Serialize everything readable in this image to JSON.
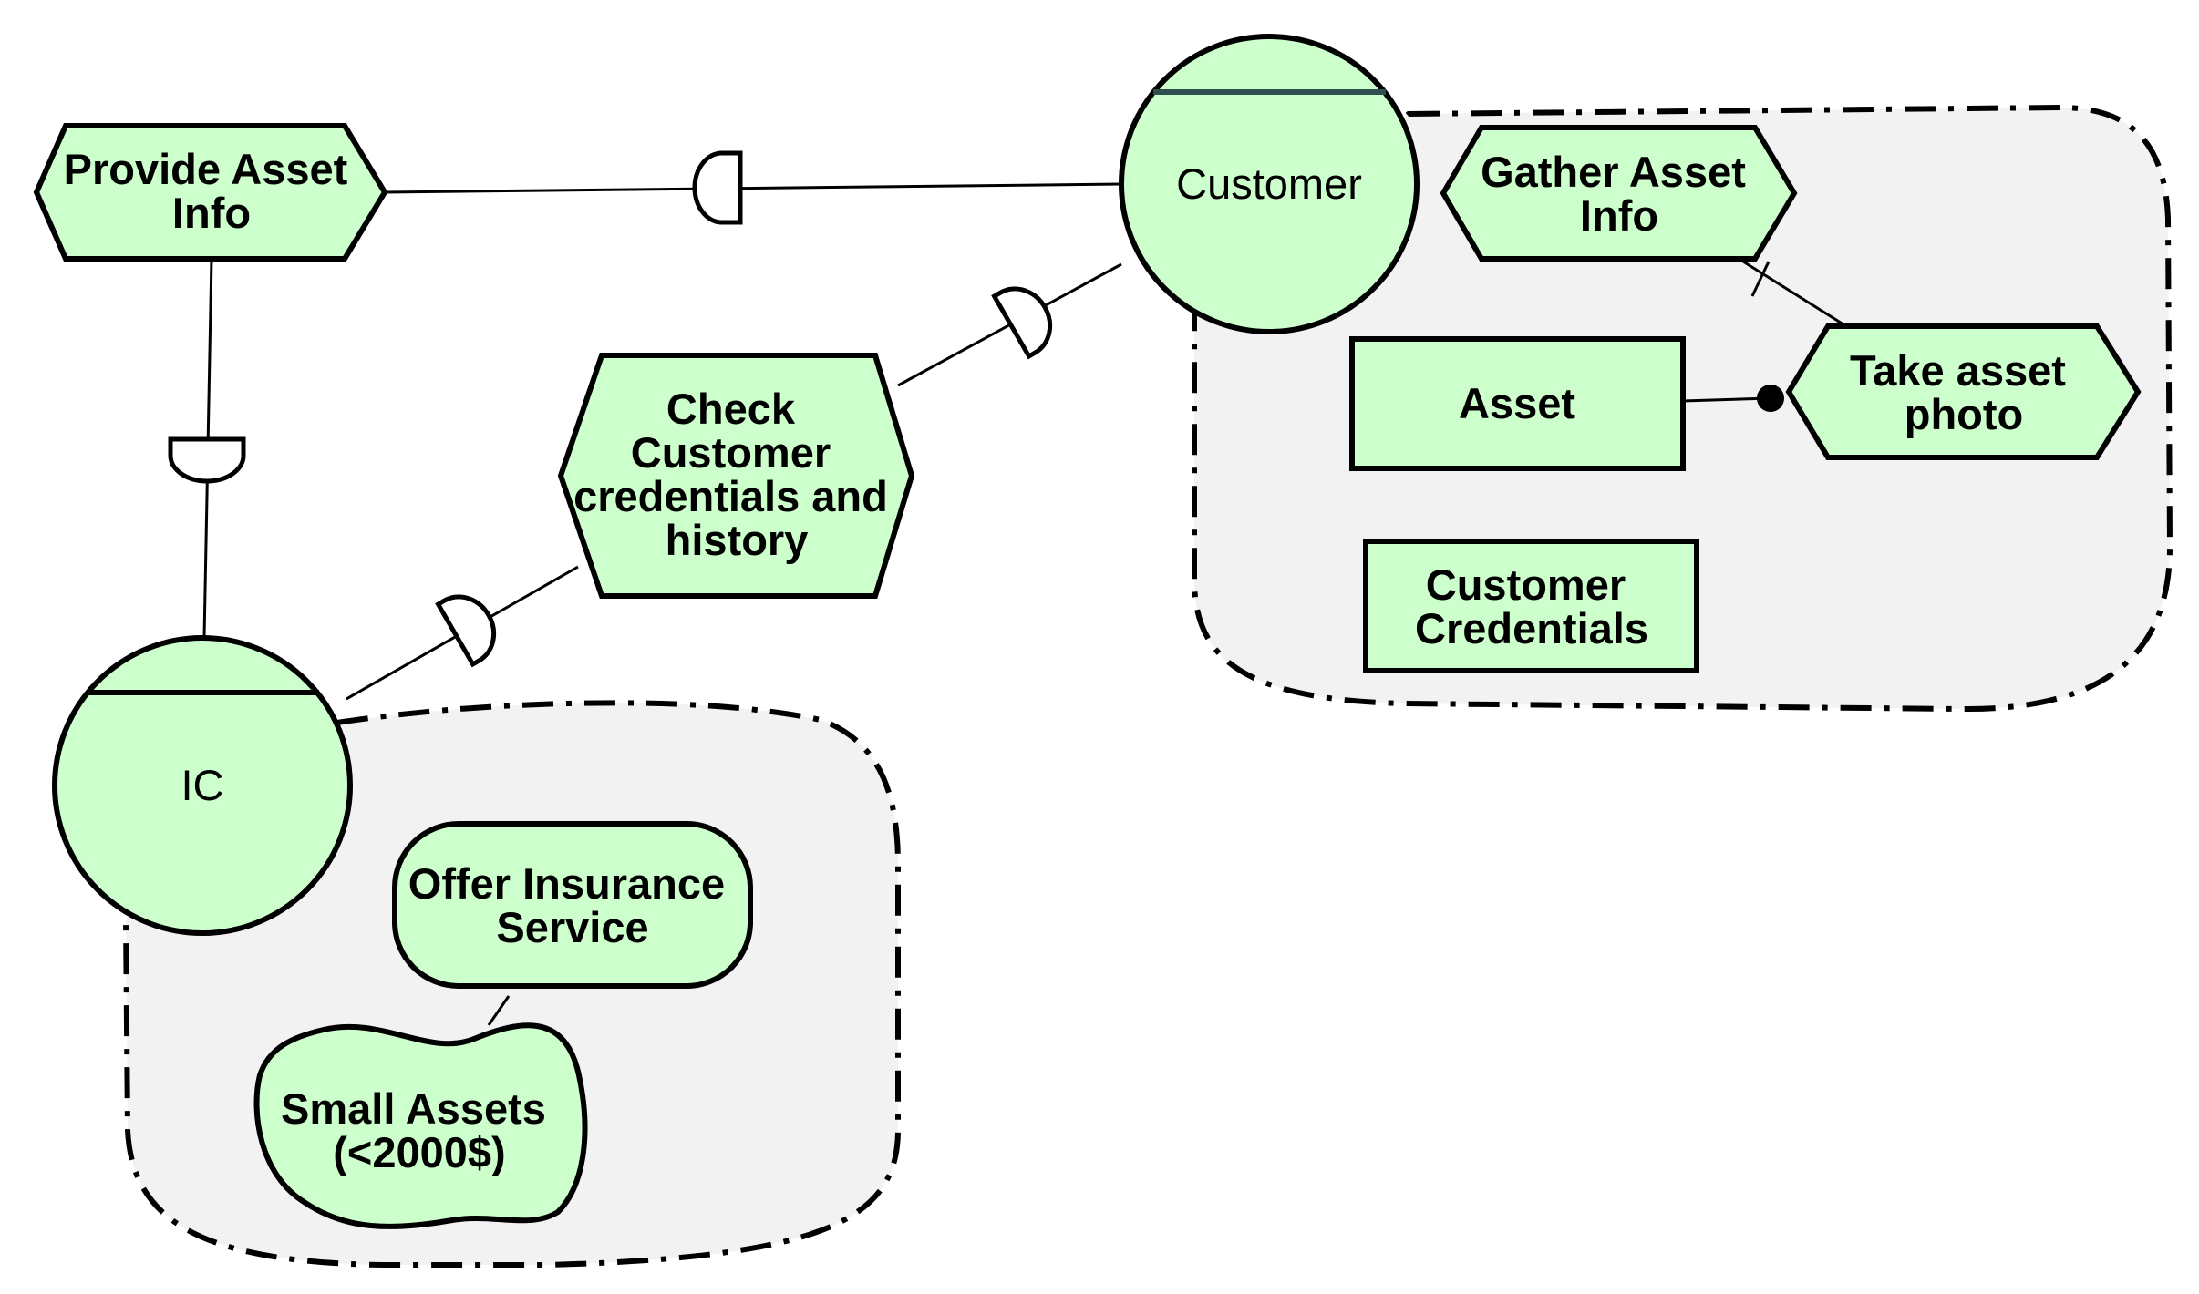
{
  "diagram": {
    "colors": {
      "node_fill": "#ccffcc",
      "boundary_fill": "#f2f2f2",
      "stroke": "#000000",
      "actor_band": "#2f4f4f"
    },
    "actors": {
      "customer": {
        "label": "Customer"
      },
      "ic": {
        "label": "IC"
      }
    },
    "nodes": {
      "provide_asset_info": {
        "lines": [
          "Provide Asset",
          "Info"
        ],
        "kind": "task"
      },
      "check_customer": {
        "lines": [
          "Check",
          "Customer",
          "credentials and",
          "history"
        ],
        "kind": "task"
      },
      "gather_asset_info": {
        "lines": [
          "Gather Asset",
          "Info"
        ],
        "kind": "task"
      },
      "take_asset_photo": {
        "lines": [
          "Take asset",
          "photo"
        ],
        "kind": "task"
      },
      "asset": {
        "lines": [
          "Asset"
        ],
        "kind": "resource"
      },
      "customer_credentials": {
        "lines": [
          "Customer",
          "Credentials"
        ],
        "kind": "resource"
      },
      "offer_insurance": {
        "lines": [
          "Offer Insurance",
          "Service"
        ],
        "kind": "goal"
      },
      "small_assets": {
        "lines": [
          "Small Assets",
          "(<2000$)"
        ],
        "kind": "softgoal"
      }
    }
  }
}
